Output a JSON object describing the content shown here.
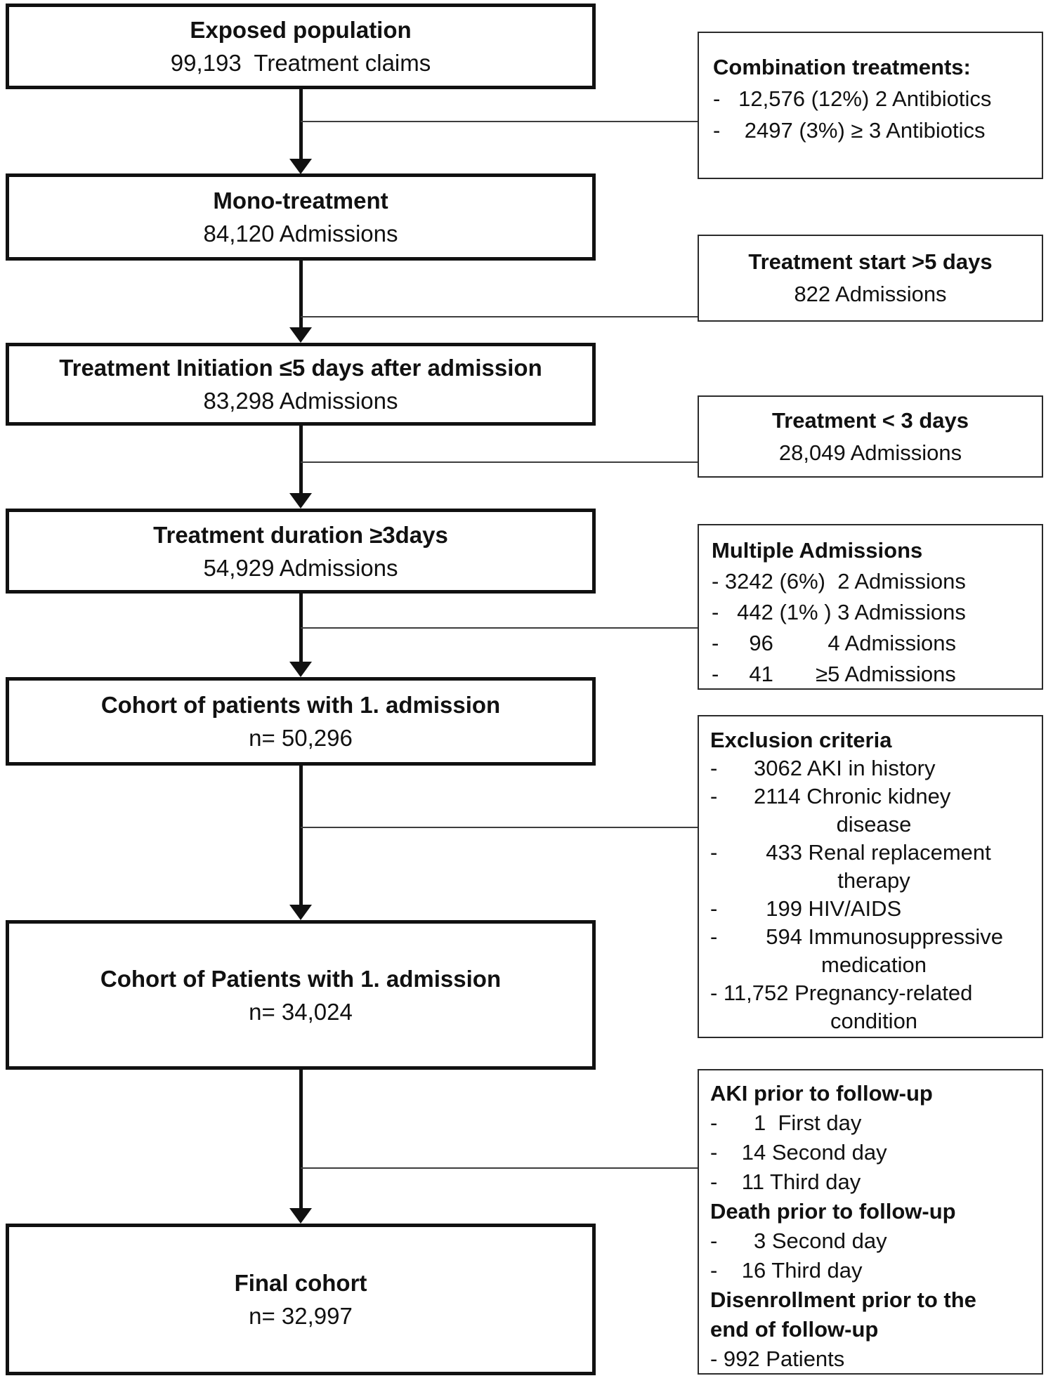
{
  "diagram": {
    "type": "cohort-flowchart",
    "background": "#ffffff",
    "colors": {
      "main_box_border": "#111111",
      "side_box_border": "#2b2b2b",
      "connector_line": "#3d3d3d",
      "arrow": "#111111",
      "text": "#111111"
    },
    "main_boxes": [
      {
        "id": "exposed-population",
        "title": "Exposed population",
        "value": "99,193  Treatment claims"
      },
      {
        "id": "mono-treatment",
        "title": "Mono-treatment",
        "value": "84,120 Admissions"
      },
      {
        "id": "treatment-initiation",
        "title": "Treatment Initiation ≤5 days after admission",
        "value": "83,298 Admissions"
      },
      {
        "id": "treatment-duration",
        "title": "Treatment duration ≥3days",
        "value": "54,929 Admissions"
      },
      {
        "id": "cohort-first-admission",
        "title": "Cohort of patients with 1. admission",
        "value": "n= 50,296"
      },
      {
        "id": "cohort-after-exclusions",
        "title": "Cohort of Patients with 1. admission",
        "value": "n= 34,024"
      },
      {
        "id": "final-cohort",
        "title": "Final cohort",
        "value": "n= 32,997"
      }
    ],
    "side_boxes": [
      {
        "id": "combination-treatments",
        "lines": [
          "Combination treatments:",
          "-   12,576 (12%) 2 Antibiotics",
          "-    2497 (3%) ≥ 3 Antibiotics"
        ]
      },
      {
        "id": "treatment-start-late",
        "lines": [
          "Treatment start >5 days",
          "822 Admissions"
        ]
      },
      {
        "id": "treatment-short",
        "lines": [
          "Treatment < 3 days",
          "28,049 Admissions"
        ]
      },
      {
        "id": "multiple-admissions",
        "lines": [
          "Multiple Admissions",
          "- 3242 (6%)  2 Admissions",
          "-   442 (1% ) 3 Admissions",
          "-     96         4 Admissions",
          "-     41       ≥5 Admissions"
        ]
      },
      {
        "id": "exclusion-criteria",
        "lines": [
          "Exclusion criteria",
          "-      3062 AKI in history",
          "-      2114 Chronic kidney",
          "disease",
          "-        433 Renal replacement",
          "therapy",
          "-        199 HIV/AIDS",
          "-        594 Immunosuppressive",
          "medication",
          "- 11,752 Pregnancy-related",
          "condition"
        ]
      },
      {
        "id": "prior-to-follow-up",
        "lines": [
          "AKI prior to follow-up",
          "-      1  First day",
          "-    14 Second day",
          "-    11 Third day",
          "Death prior to follow-up",
          "-      3 Second day",
          "-    16 Third day",
          "Disenrollment prior to the",
          "end of follow-up",
          "- 992 Patients"
        ]
      }
    ]
  }
}
